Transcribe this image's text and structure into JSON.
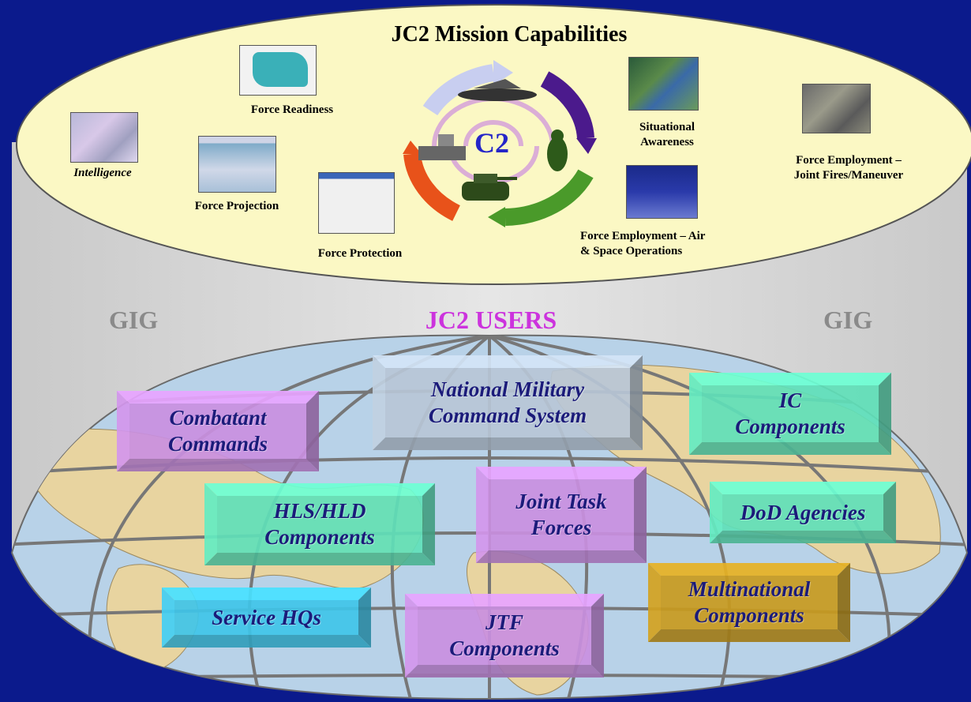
{
  "diagram": {
    "title": "JC2 Mission Capabilities",
    "center_label": "C2",
    "capabilities": [
      {
        "id": "intelligence",
        "label": "Intelligence"
      },
      {
        "id": "force-readiness",
        "label": "Force Readiness"
      },
      {
        "id": "force-projection",
        "label": "Force Projection"
      },
      {
        "id": "force-protection",
        "label": "Force Protection"
      },
      {
        "id": "situational-awareness",
        "line1": "Situational",
        "line2": "Awareness"
      },
      {
        "id": "force-employment-air",
        "line1": "Force Employment – Air",
        "line2": "& Space Operations"
      },
      {
        "id": "force-employment-joint",
        "line1": "Force Employment –",
        "line2": "Joint Fires/Maneuver"
      }
    ],
    "gig_left": "GIG",
    "gig_right": "GIG",
    "users_title": "JC2 USERS",
    "users": [
      {
        "id": "national-military-command-system",
        "line1": "National Military",
        "line2": "Command System",
        "color": "#b7c6d6"
      },
      {
        "id": "combatant-commands",
        "line1": "Combatant",
        "line2": "Commands",
        "color": "#c98fe0"
      },
      {
        "id": "ic-components",
        "line1": "IC",
        "line2": "Components",
        "color": "#5fe0b8"
      },
      {
        "id": "hls-hld-components",
        "line1": "HLS/HLD",
        "line2": "Components",
        "color": "#5fe0b8"
      },
      {
        "id": "joint-task-forces",
        "line1": "Joint Task",
        "line2": "Forces",
        "color": "#c98fe0"
      },
      {
        "id": "dod-agencies",
        "line1": "DoD Agencies",
        "line2": "",
        "color": "#5fe0b8"
      },
      {
        "id": "multinational-components",
        "line1": "Multinational",
        "line2": "Components",
        "color": "#c89a1e"
      },
      {
        "id": "service-hqs",
        "line1": "Service HQs",
        "line2": "",
        "color": "#3fc4e8"
      },
      {
        "id": "jtf-components",
        "line1": "JTF",
        "line2": "Components",
        "color": "#c98fe0"
      }
    ],
    "colors": {
      "background": "#0b1a8c",
      "ellipse": "#fbf8c4",
      "users_title": "#cc33dd",
      "gig": "#8a8a8a",
      "c2": "#2626c8"
    }
  }
}
